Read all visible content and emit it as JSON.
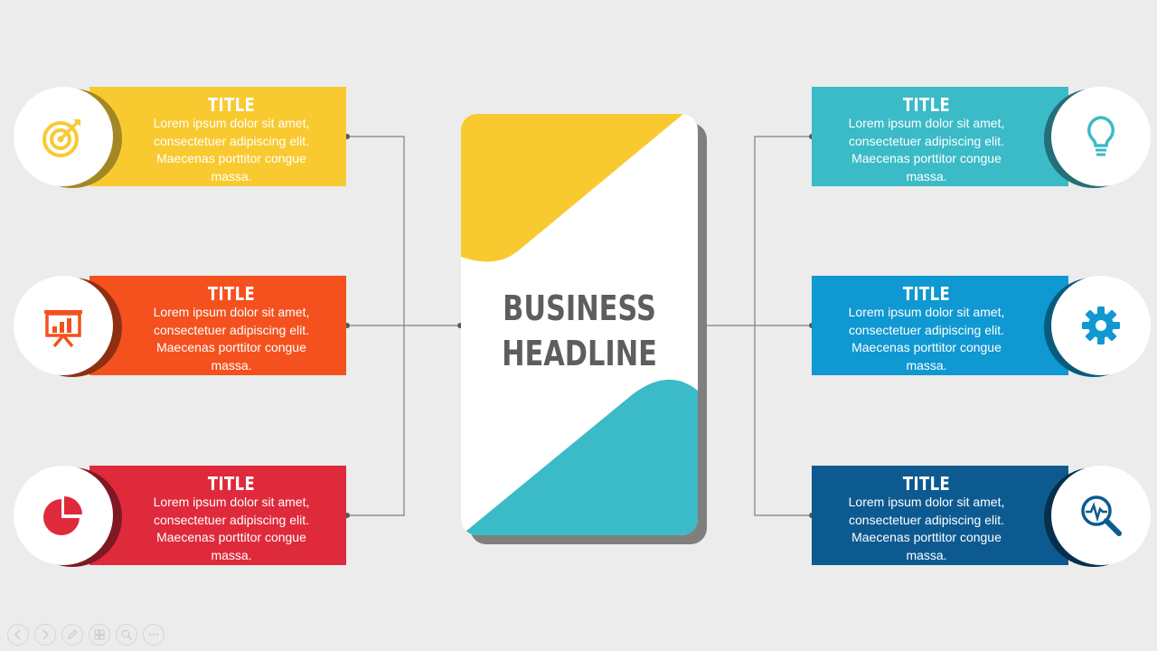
{
  "center": {
    "headline_line1": "BUSINESS",
    "headline_line2": "HEADLINE",
    "accent_top": "#f9c930",
    "accent_bottom": "#3bbac7"
  },
  "cards": [
    {
      "side": "left",
      "title": "TITLE",
      "desc": "Lorem ipsum dolor sit amet, consectetuer adipiscing elit. Maecenas porttitor congue massa.",
      "color": "#f9c930",
      "shadow": "#a38724",
      "icon": "target-icon"
    },
    {
      "side": "left",
      "title": "TITLE",
      "desc": "Lorem ipsum dolor sit amet, consectetuer adipiscing elit. Maecenas porttitor congue massa.",
      "color": "#f4511e",
      "shadow": "#8f2f12",
      "icon": "presentation-board-icon"
    },
    {
      "side": "left",
      "title": "TITLE",
      "desc": "Lorem ipsum dolor sit amet, consectetuer adipiscing elit. Maecenas porttitor congue massa.",
      "color": "#df2a3b",
      "shadow": "#7e1822",
      "icon": "pie-chart-icon"
    },
    {
      "side": "right",
      "title": "TITLE",
      "desc": "Lorem ipsum dolor sit amet, consectetuer adipiscing elit. Maecenas porttitor congue massa.",
      "color": "#3bbac7",
      "shadow": "#236f77",
      "icon": "lightbulb-icon"
    },
    {
      "side": "right",
      "title": "TITLE",
      "desc": "Lorem ipsum dolor sit amet, consectetuer adipiscing elit. Maecenas porttitor congue massa.",
      "color": "#0f98d1",
      "shadow": "#095b7d",
      "icon": "gear-icon"
    },
    {
      "side": "right",
      "title": "TITLE",
      "desc": "Lorem ipsum dolor sit amet, consectetuer adipiscing elit. Maecenas porttitor congue massa.",
      "color": "#0d5a91",
      "shadow": "#062f4c",
      "icon": "magnifier-pulse-icon"
    }
  ],
  "connector_color": "#7f7f7f",
  "toolbar": {
    "buttons": [
      {
        "name": "previous-slide-button",
        "icon": "arrow-left-icon"
      },
      {
        "name": "next-slide-button",
        "icon": "arrow-right-icon"
      },
      {
        "name": "pen-button",
        "icon": "pen-icon"
      },
      {
        "name": "slides-grid-button",
        "icon": "slides-grid-icon"
      },
      {
        "name": "zoom-button",
        "icon": "magnifier-icon"
      },
      {
        "name": "more-options-button",
        "icon": "ellipsis-icon"
      }
    ]
  }
}
